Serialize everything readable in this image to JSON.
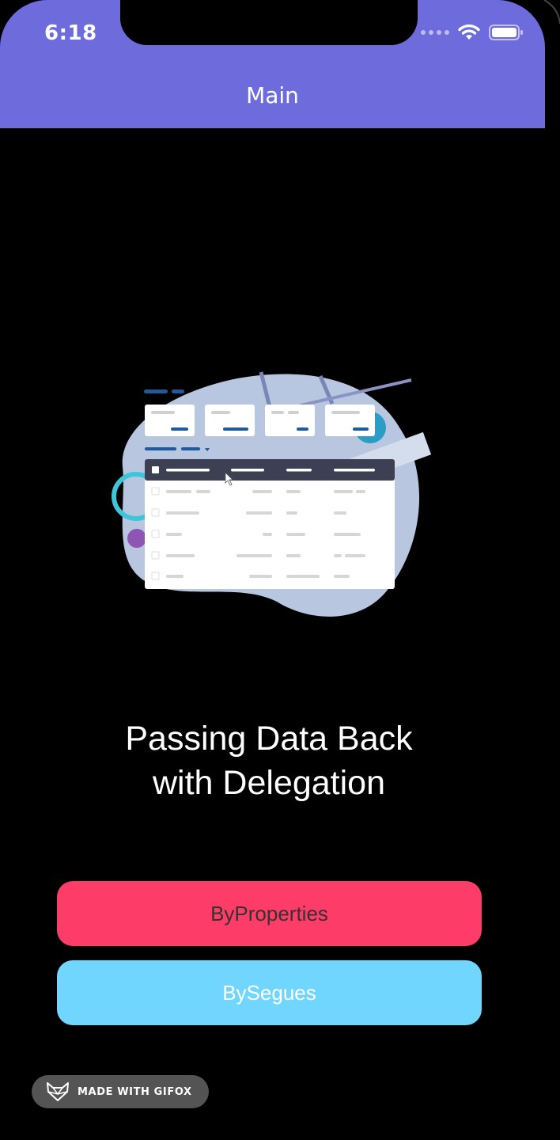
{
  "status_bar": {
    "time": "6:18",
    "icons": [
      "signal-dots-icon",
      "wifi-icon",
      "battery-icon"
    ]
  },
  "nav": {
    "title": "Main",
    "background": "#6e6bdc"
  },
  "illustration": {
    "name": "data-table-illustration"
  },
  "heading": {
    "line1": "Passing Data Back",
    "line2": "with Delegation"
  },
  "buttons": {
    "by_properties": {
      "label": "ByProperties",
      "color": "#fd3c67"
    },
    "by_segues": {
      "label": "BySegues",
      "color": "#70d6fd"
    }
  },
  "badge": {
    "label": "MADE WITH GIFOX",
    "icon": "fox-icon"
  }
}
